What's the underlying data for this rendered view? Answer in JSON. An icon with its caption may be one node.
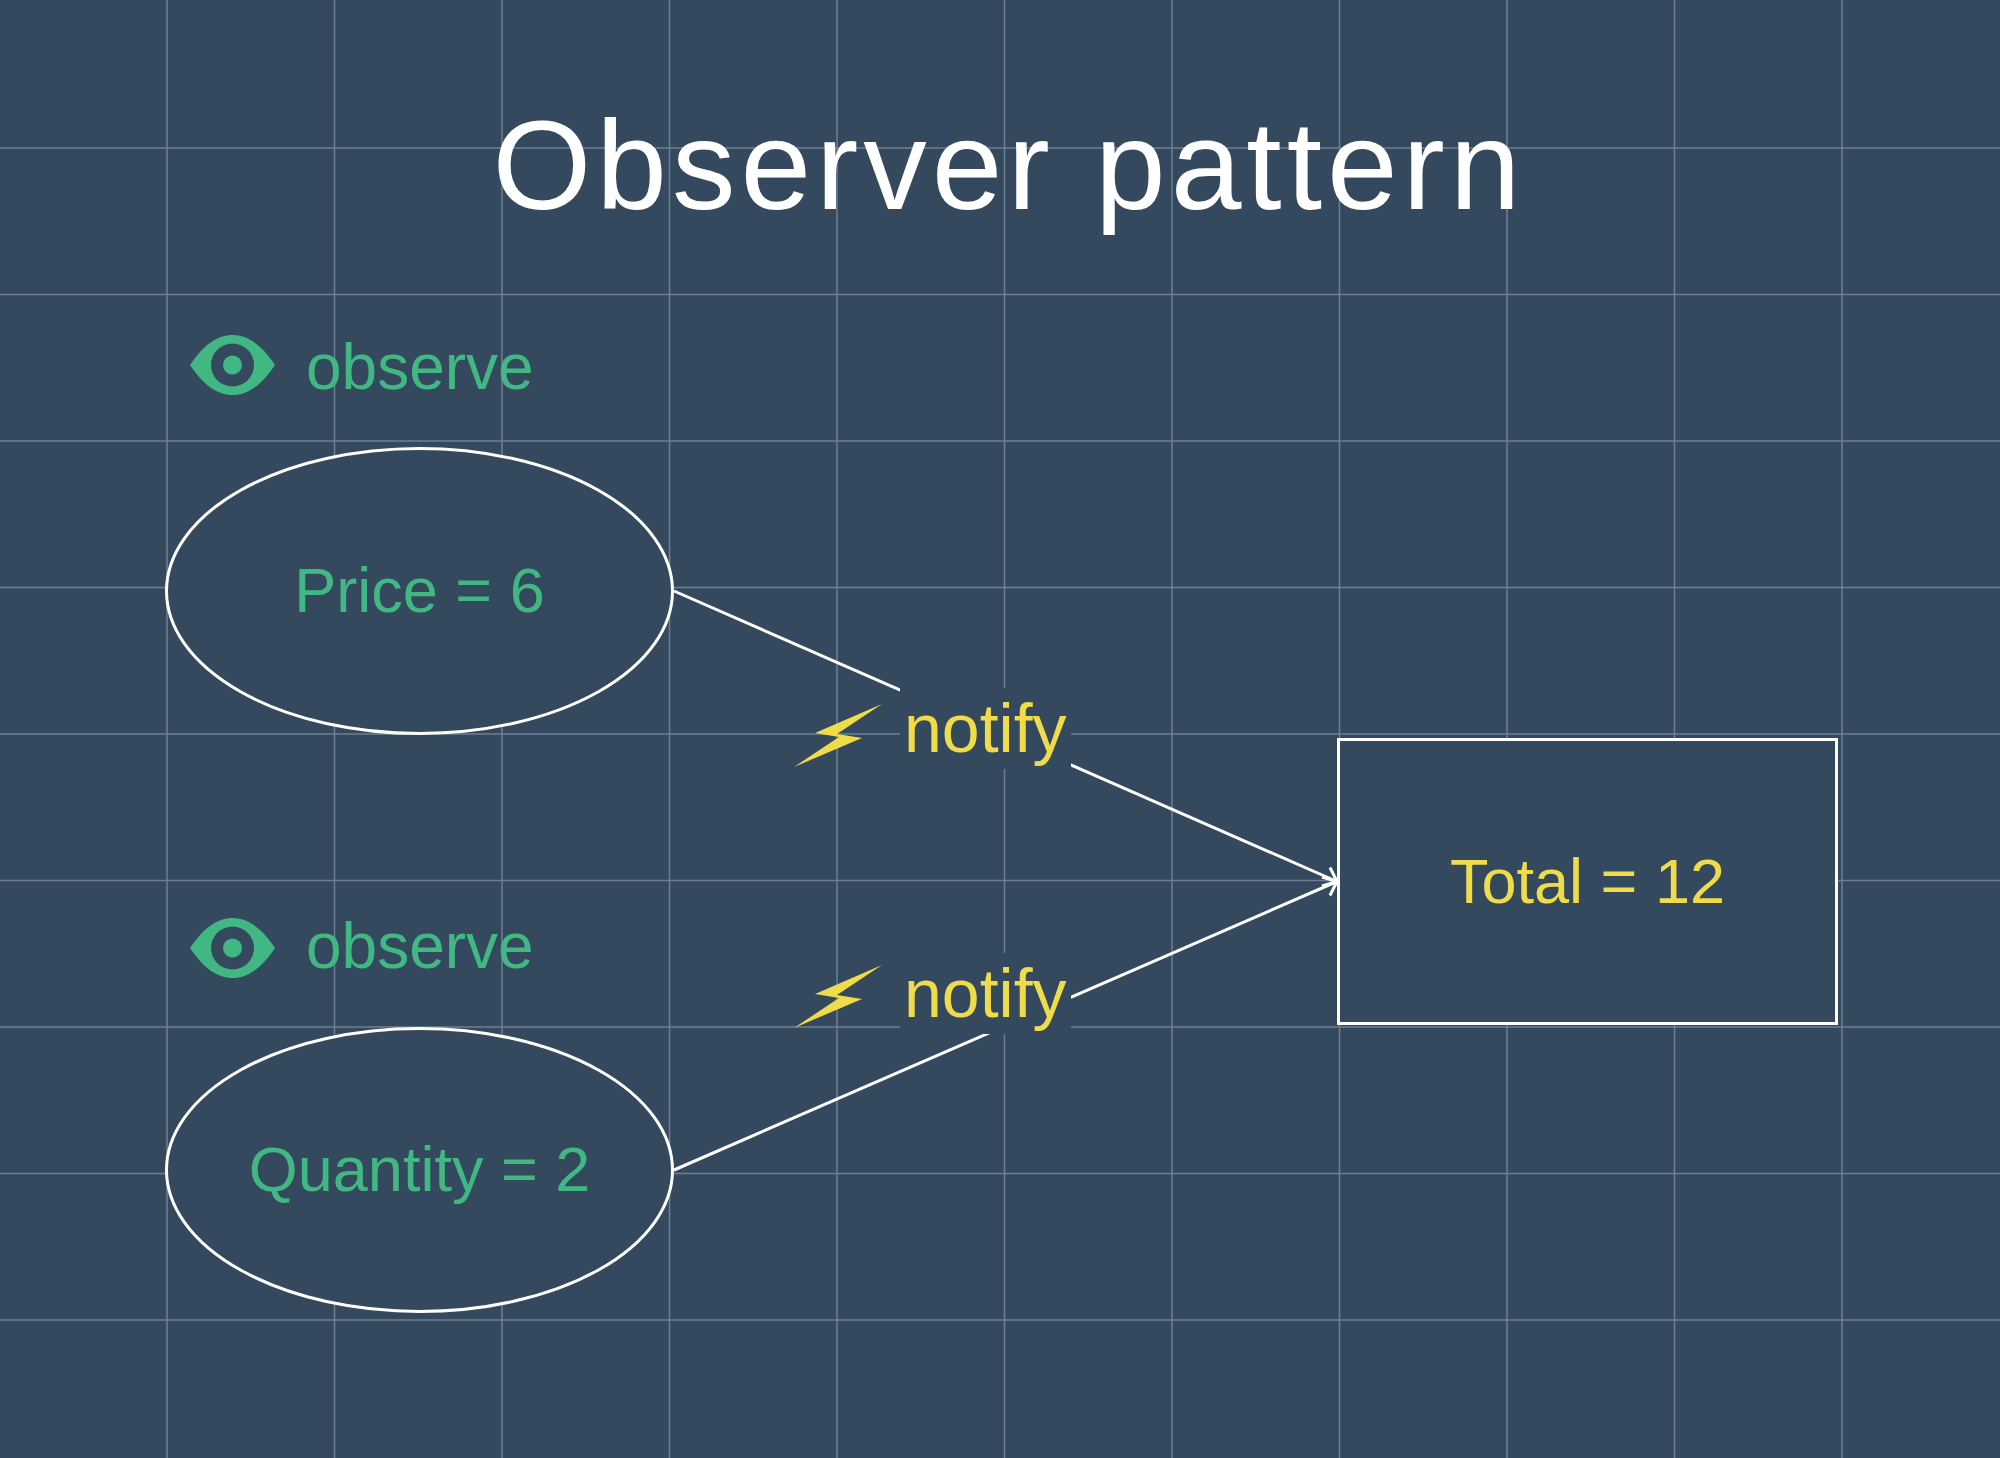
{
  "diagram": {
    "title": "Observer pattern",
    "nodes": [
      {
        "text": [
          "Price = 6"
        ],
        "beside": [
          "observe"
        ]
      },
      {
        "text": [
          "Quantity = 2"
        ],
        "beside": [
          "observe"
        ]
      },
      {
        "text": [
          "Total = 12"
        ]
      }
    ],
    "edges": [
      {
        "from": 0,
        "to": 2,
        "arrow": "to",
        "label": "notify"
      },
      {
        "from": 1,
        "to": 2,
        "arrow": "to",
        "label": "notify"
      }
    ]
  }
}
